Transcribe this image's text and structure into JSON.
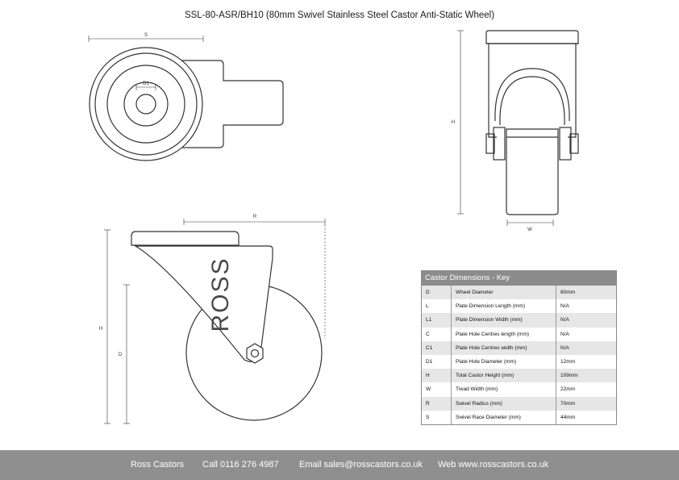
{
  "title": "SSL-80-ASR/BH10 (80mm Swivel Stainless Steel Castor Anti-Static Wheel)",
  "drawing_labels": {
    "s": "S",
    "d1": "D1",
    "h_right": "H",
    "w": "W",
    "r": "R",
    "h_left": "H",
    "d": "D",
    "brand": "ROSS"
  },
  "key_table": {
    "heading": "Castor Dimensions - Key",
    "rows": [
      {
        "code": "D",
        "name": "Wheel Diameter",
        "value": "80mm"
      },
      {
        "code": "L",
        "name": "Plate Dimension Length (mm)",
        "value": "N/A"
      },
      {
        "code": "L1",
        "name": "Plate Dimension Width (mm)",
        "value": "N/A"
      },
      {
        "code": "C",
        "name": "Plate Hole Centres length (mm)",
        "value": "N/A"
      },
      {
        "code": "C1",
        "name": "Plate Hole Centres width (mm)",
        "value": "N/A"
      },
      {
        "code": "D1",
        "name": "Plate Hole Diameter (mm)",
        "value": "12mm"
      },
      {
        "code": "H",
        "name": "Total Castor Height (mm)",
        "value": "109mm"
      },
      {
        "code": "W",
        "name": "Tread Width (mm)",
        "value": "22mm"
      },
      {
        "code": "R",
        "name": "Swivel Radius (mm)",
        "value": "70mm"
      },
      {
        "code": "S",
        "name": "Swivel Race Diameter (mm)",
        "value": "44mm"
      }
    ]
  },
  "footer": {
    "company": "Ross Castors",
    "phone": "Call 0116 276 4987",
    "email": "Email sales@rosscastors.co.uk",
    "web": "Web www.rosscastors.co.uk"
  }
}
